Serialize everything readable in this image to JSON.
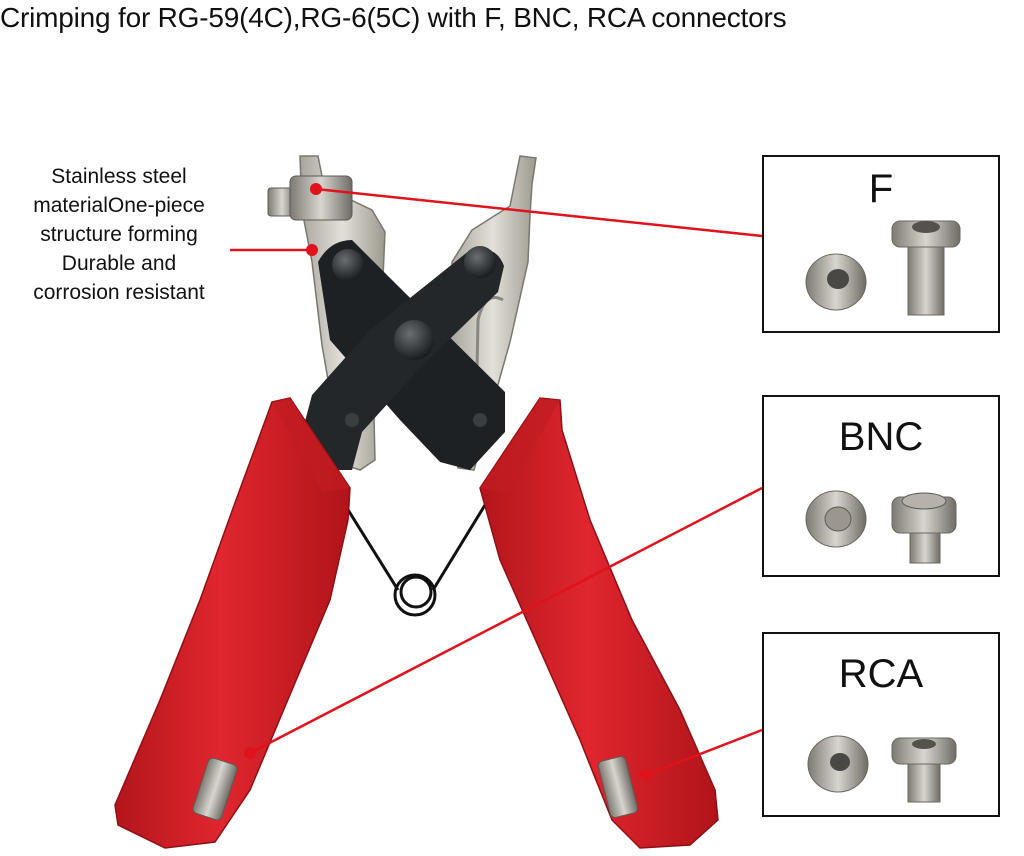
{
  "header": {
    "title": "Crimping for RG-59(4C),RG-6(5C) with F, BNC, RCA connectors"
  },
  "description": {
    "lines": [
      "Stainless steel",
      "materialOne-piece",
      "structure forming",
      "Durable and",
      "corrosion resistant"
    ]
  },
  "connectors": [
    {
      "label": "F"
    },
    {
      "label": "BNC"
    },
    {
      "label": "RCA"
    }
  ],
  "colors": {
    "handle": "#d42027",
    "body": "#1e2124",
    "jaw": "#c9c5bd",
    "callout": "#e0121b",
    "border": "#111111"
  }
}
